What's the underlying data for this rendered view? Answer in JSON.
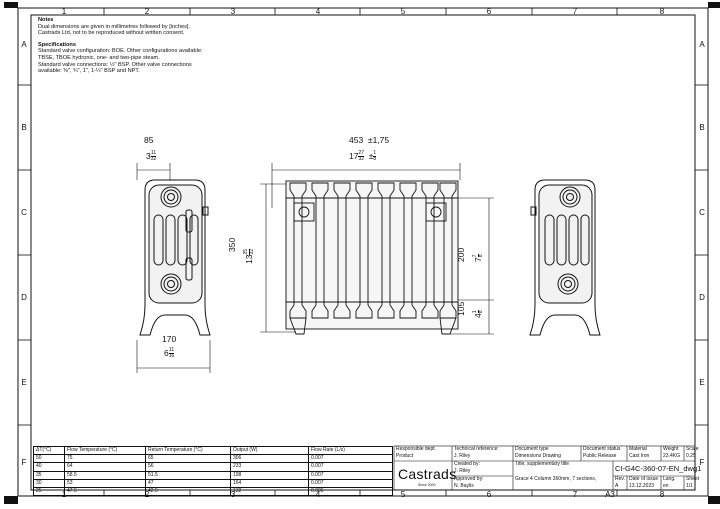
{
  "grid": {
    "columns": [
      "1",
      "2",
      "3",
      "4",
      "5",
      "6",
      "7",
      "8"
    ],
    "rows": [
      "A",
      "B",
      "C",
      "D",
      "E",
      "F"
    ]
  },
  "notes": {
    "heading": "Notes",
    "lines": [
      "Dual dimensions are given in millimetres followed by [inches].",
      "Castrads Ltd, not to be reproduced without written consent."
    ],
    "spec_heading": "Specifications",
    "spec_lines": [
      "Standard valve configuration: BOE. Other configurations available:",
      "TBSE, TBOE hydronic, one- and two-pipe steam.",
      "Standard valve connections: ½\" BSP. Other valve connections",
      "available: ⅜\", ¾\", 1\", 1-¼\" BSP and NPT."
    ]
  },
  "dimensions": {
    "depth_top_mm": "85",
    "depth_top_in_whole": "3",
    "depth_top_in_num": "11",
    "depth_top_in_den": "32",
    "width_mm": "453",
    "width_tol": "±1,75",
    "width_in_whole": "17",
    "width_in_num": "27",
    "width_in_den": "32",
    "width_tol_in_num": "1",
    "width_tol_in_den": "8",
    "height_mm": "350",
    "height_in_whole": "13",
    "height_in_num": "25",
    "height_in_den": "32",
    "centres_mm": "200",
    "centres_in_whole": "7",
    "centres_in_num": "7",
    "centres_in_den": "8",
    "floor_mm": "105",
    "floor_in_whole": "4",
    "floor_in_num": "1",
    "floor_in_den": "8",
    "foot_mm": "170",
    "foot_in_whole": "6",
    "foot_in_num": "11",
    "foot_in_den": "16"
  },
  "output_table": {
    "headers": [
      "ΔT(°C)",
      "Flow Temperature (°C)",
      "Return Temperature (°C)",
      "Output (W)",
      "Flow Rate (L/s)"
    ],
    "rows": [
      [
        "50",
        "75",
        "65",
        "306",
        "0.007"
      ],
      [
        "40",
        "64",
        "56",
        "233",
        "0.007"
      ],
      [
        "35",
        "58.5",
        "51.5",
        "198",
        "0.007"
      ],
      [
        "30",
        "53",
        "47",
        "164",
        "0.007"
      ],
      [
        "25",
        "47.5",
        "42.5",
        "132",
        "0.006"
      ]
    ]
  },
  "title_block": {
    "responsible_label": "Responsible dept.",
    "responsible_value": "Product",
    "tech_ref_label": "Technical reference:",
    "tech_ref_value": "J. Riley",
    "doc_type_label": "Document type",
    "doc_type_value": "Dimensions Drawing",
    "doc_status_label": "Document status",
    "doc_status_value": "Public Release",
    "material_label": "Material",
    "material_value": "Cast Iron",
    "weight_label": "Weight",
    "weight_value": "23.4KG",
    "scale_label": "Scale",
    "scale_value": "0.25",
    "created_label": "Created by:",
    "created_value": "J. Riley",
    "approved_label": "Approved by:",
    "approved_value": "N. Baylis",
    "title_label": "Title, supplementary title",
    "title_value": "Grace 4 Column 360mm, 7 sections,",
    "doc_number": "CI-G4C-360-07-EN_dwg1",
    "rev_label": "Rev.",
    "rev_value": "A",
    "issue_label": "Date of issue",
    "issue_value": "13.12.2023",
    "lang_label": "Lang.",
    "lang_value": "en",
    "sheet_label": "Sheet",
    "sheet_value": "1/1",
    "paper_size": "A3",
    "logo": "Castrads",
    "logo_sub": "Since 2000"
  }
}
